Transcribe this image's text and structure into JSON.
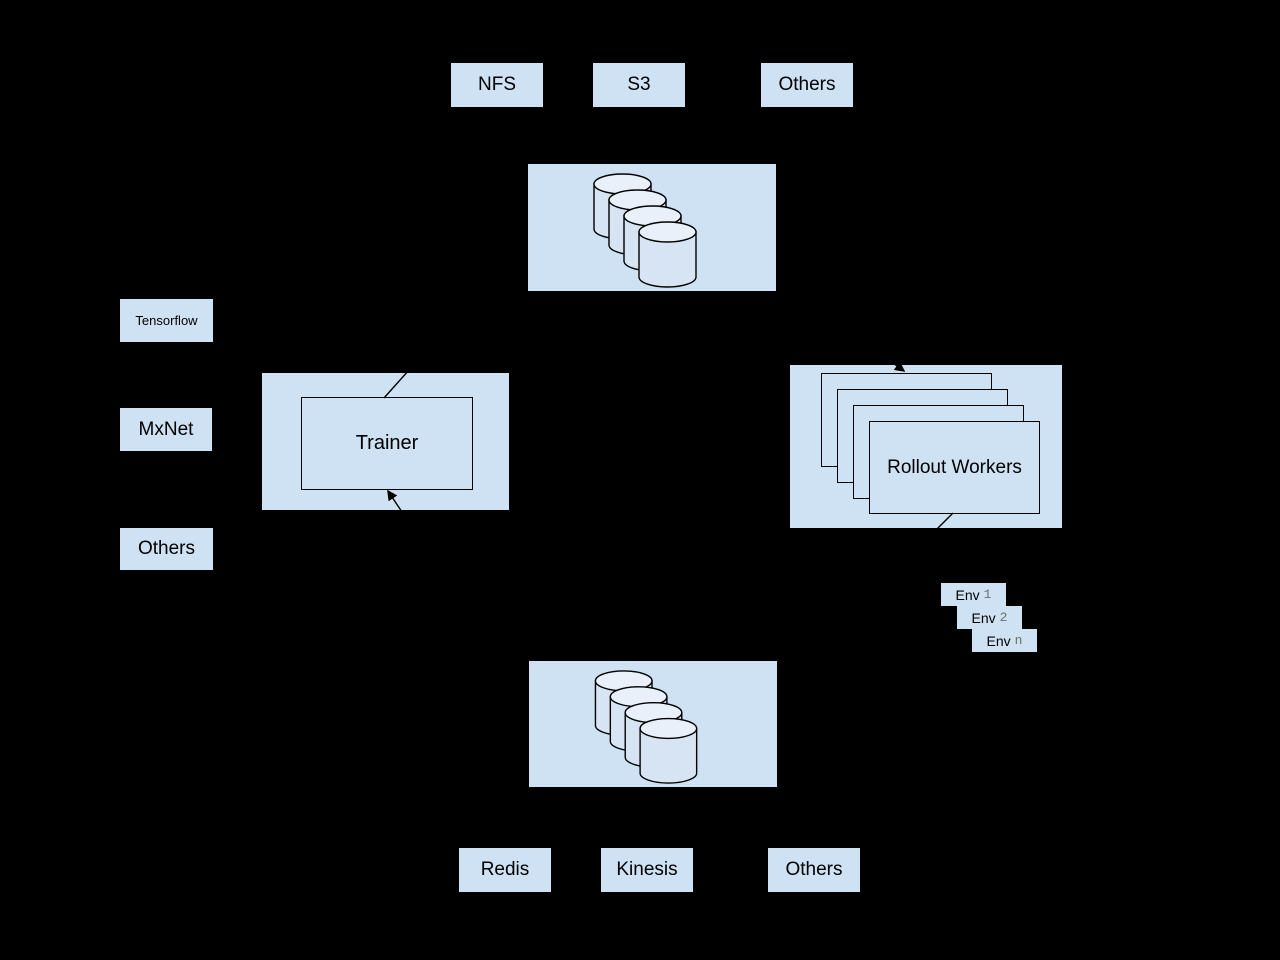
{
  "colors": {
    "background": "#000000",
    "node_fill": "#cfe2f3",
    "stroke": "#000000",
    "cylinder_body_fill": "#d7e4f3",
    "cylinder_top_fill": "#e9f0f9",
    "env_number_color": "#6e6e6e"
  },
  "top_row": {
    "items": [
      {
        "label": "NFS"
      },
      {
        "label": "S3"
      },
      {
        "label": "Others"
      }
    ]
  },
  "frameworks": {
    "items": [
      {
        "label": "Tensorflow"
      },
      {
        "label": "MxNet"
      },
      {
        "label": "Others"
      }
    ]
  },
  "trainer": {
    "label": "Trainer"
  },
  "rollout_workers": {
    "label": "Rollout Workers",
    "stack_count": 4
  },
  "environments": {
    "items": [
      {
        "prefix": "Env",
        "suffix": "1"
      },
      {
        "prefix": "Env",
        "suffix": "2"
      },
      {
        "prefix": "Env",
        "suffix": "n"
      }
    ]
  },
  "storage": {
    "top_cylinder_count": 4,
    "bottom_cylinder_count": 4
  },
  "bottom_row": {
    "items": [
      {
        "label": "Redis"
      },
      {
        "label": "Kinesis"
      },
      {
        "label": "Others"
      }
    ]
  }
}
